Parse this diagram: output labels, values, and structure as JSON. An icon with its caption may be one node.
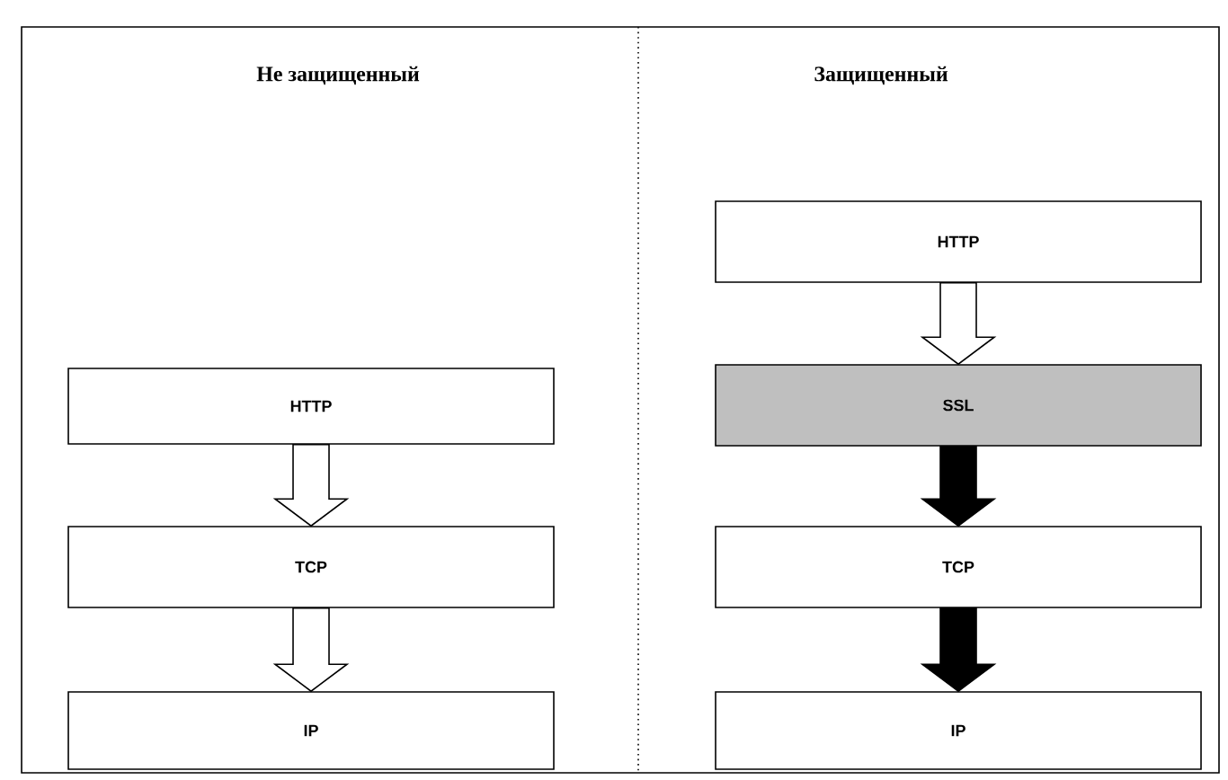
{
  "diagram": {
    "nodes": [
      {
        "text": [
          "HTTP"
        ]
      },
      {
        "text": [
          "TCP"
        ]
      },
      {
        "text": [
          "IP"
        ]
      },
      {
        "text": [
          "HTTP"
        ]
      },
      {
        "text": [
          "SSL"
        ]
      },
      {
        "text": [
          "TCP"
        ]
      },
      {
        "text": [
          "IP"
        ]
      }
    ],
    "edges": [
      {
        "from": 0,
        "to": 1,
        "arrow": "to"
      },
      {
        "from": 1,
        "to": 2,
        "arrow": "to"
      },
      {
        "from": 3,
        "to": 4,
        "arrow": "to"
      },
      {
        "from": 4,
        "to": 5,
        "arrow": "to",
        "color": "#000000"
      },
      {
        "from": 5,
        "to": 6,
        "arrow": "to",
        "color": "#000000"
      }
    ],
    "labels": [
      "Не защищенный",
      "Защищенный"
    ]
  }
}
